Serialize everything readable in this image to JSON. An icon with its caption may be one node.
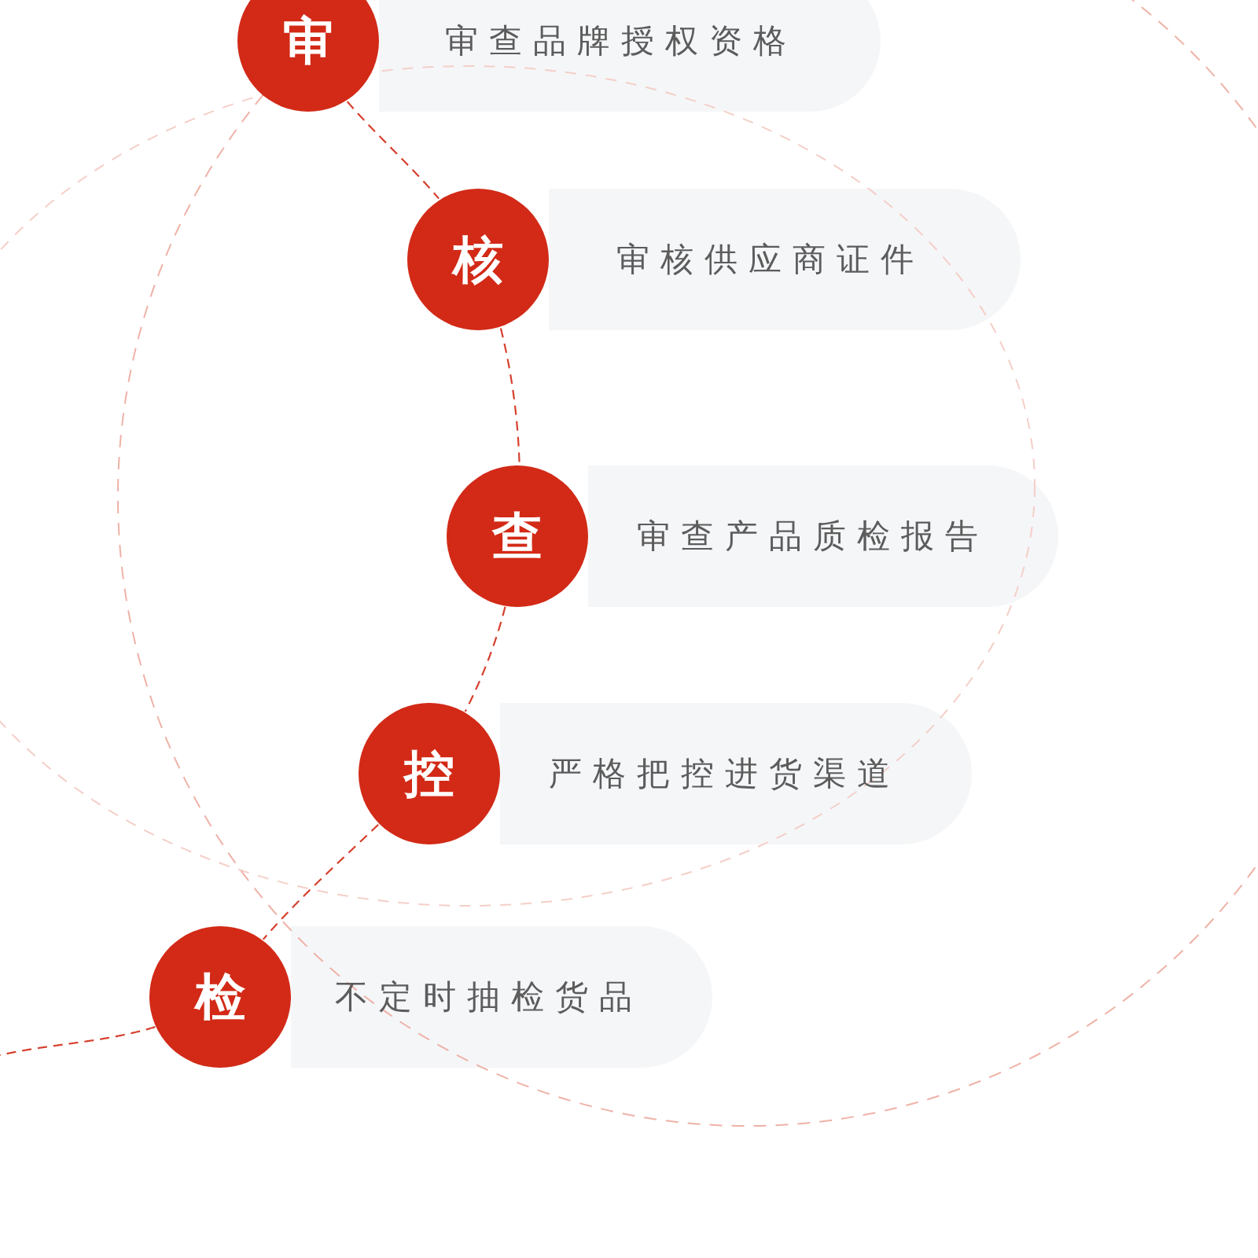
{
  "diagram": {
    "nodes": [
      {
        "text": [
          "审"
        ]
      },
      {
        "text": [
          "审查品牌授权资格"
        ]
      },
      {
        "text": [
          "核"
        ]
      },
      {
        "text": [
          "审核供应商证件"
        ]
      },
      {
        "text": [
          "查"
        ]
      },
      {
        "text": [
          "审查产品质检报告"
        ]
      },
      {
        "text": [
          "控"
        ]
      },
      {
        "text": [
          "严格把控进货渠道"
        ]
      },
      {
        "text": [
          "检"
        ]
      },
      {
        "text": [
          "不定时抽检货品"
        ]
      }
    ],
    "edges": [
      {
        "from": 0,
        "to": 2,
        "arrow": "none",
        "style": "dashed"
      },
      {
        "from": 2,
        "to": 4,
        "arrow": "none",
        "style": "dashed"
      },
      {
        "from": 4,
        "to": 6,
        "arrow": "none",
        "style": "dashed"
      },
      {
        "from": 6,
        "to": 8,
        "arrow": "none",
        "style": "dashed"
      },
      {
        "from": 8,
        "to": null,
        "arrow": "none",
        "style": "dashed"
      }
    ]
  }
}
